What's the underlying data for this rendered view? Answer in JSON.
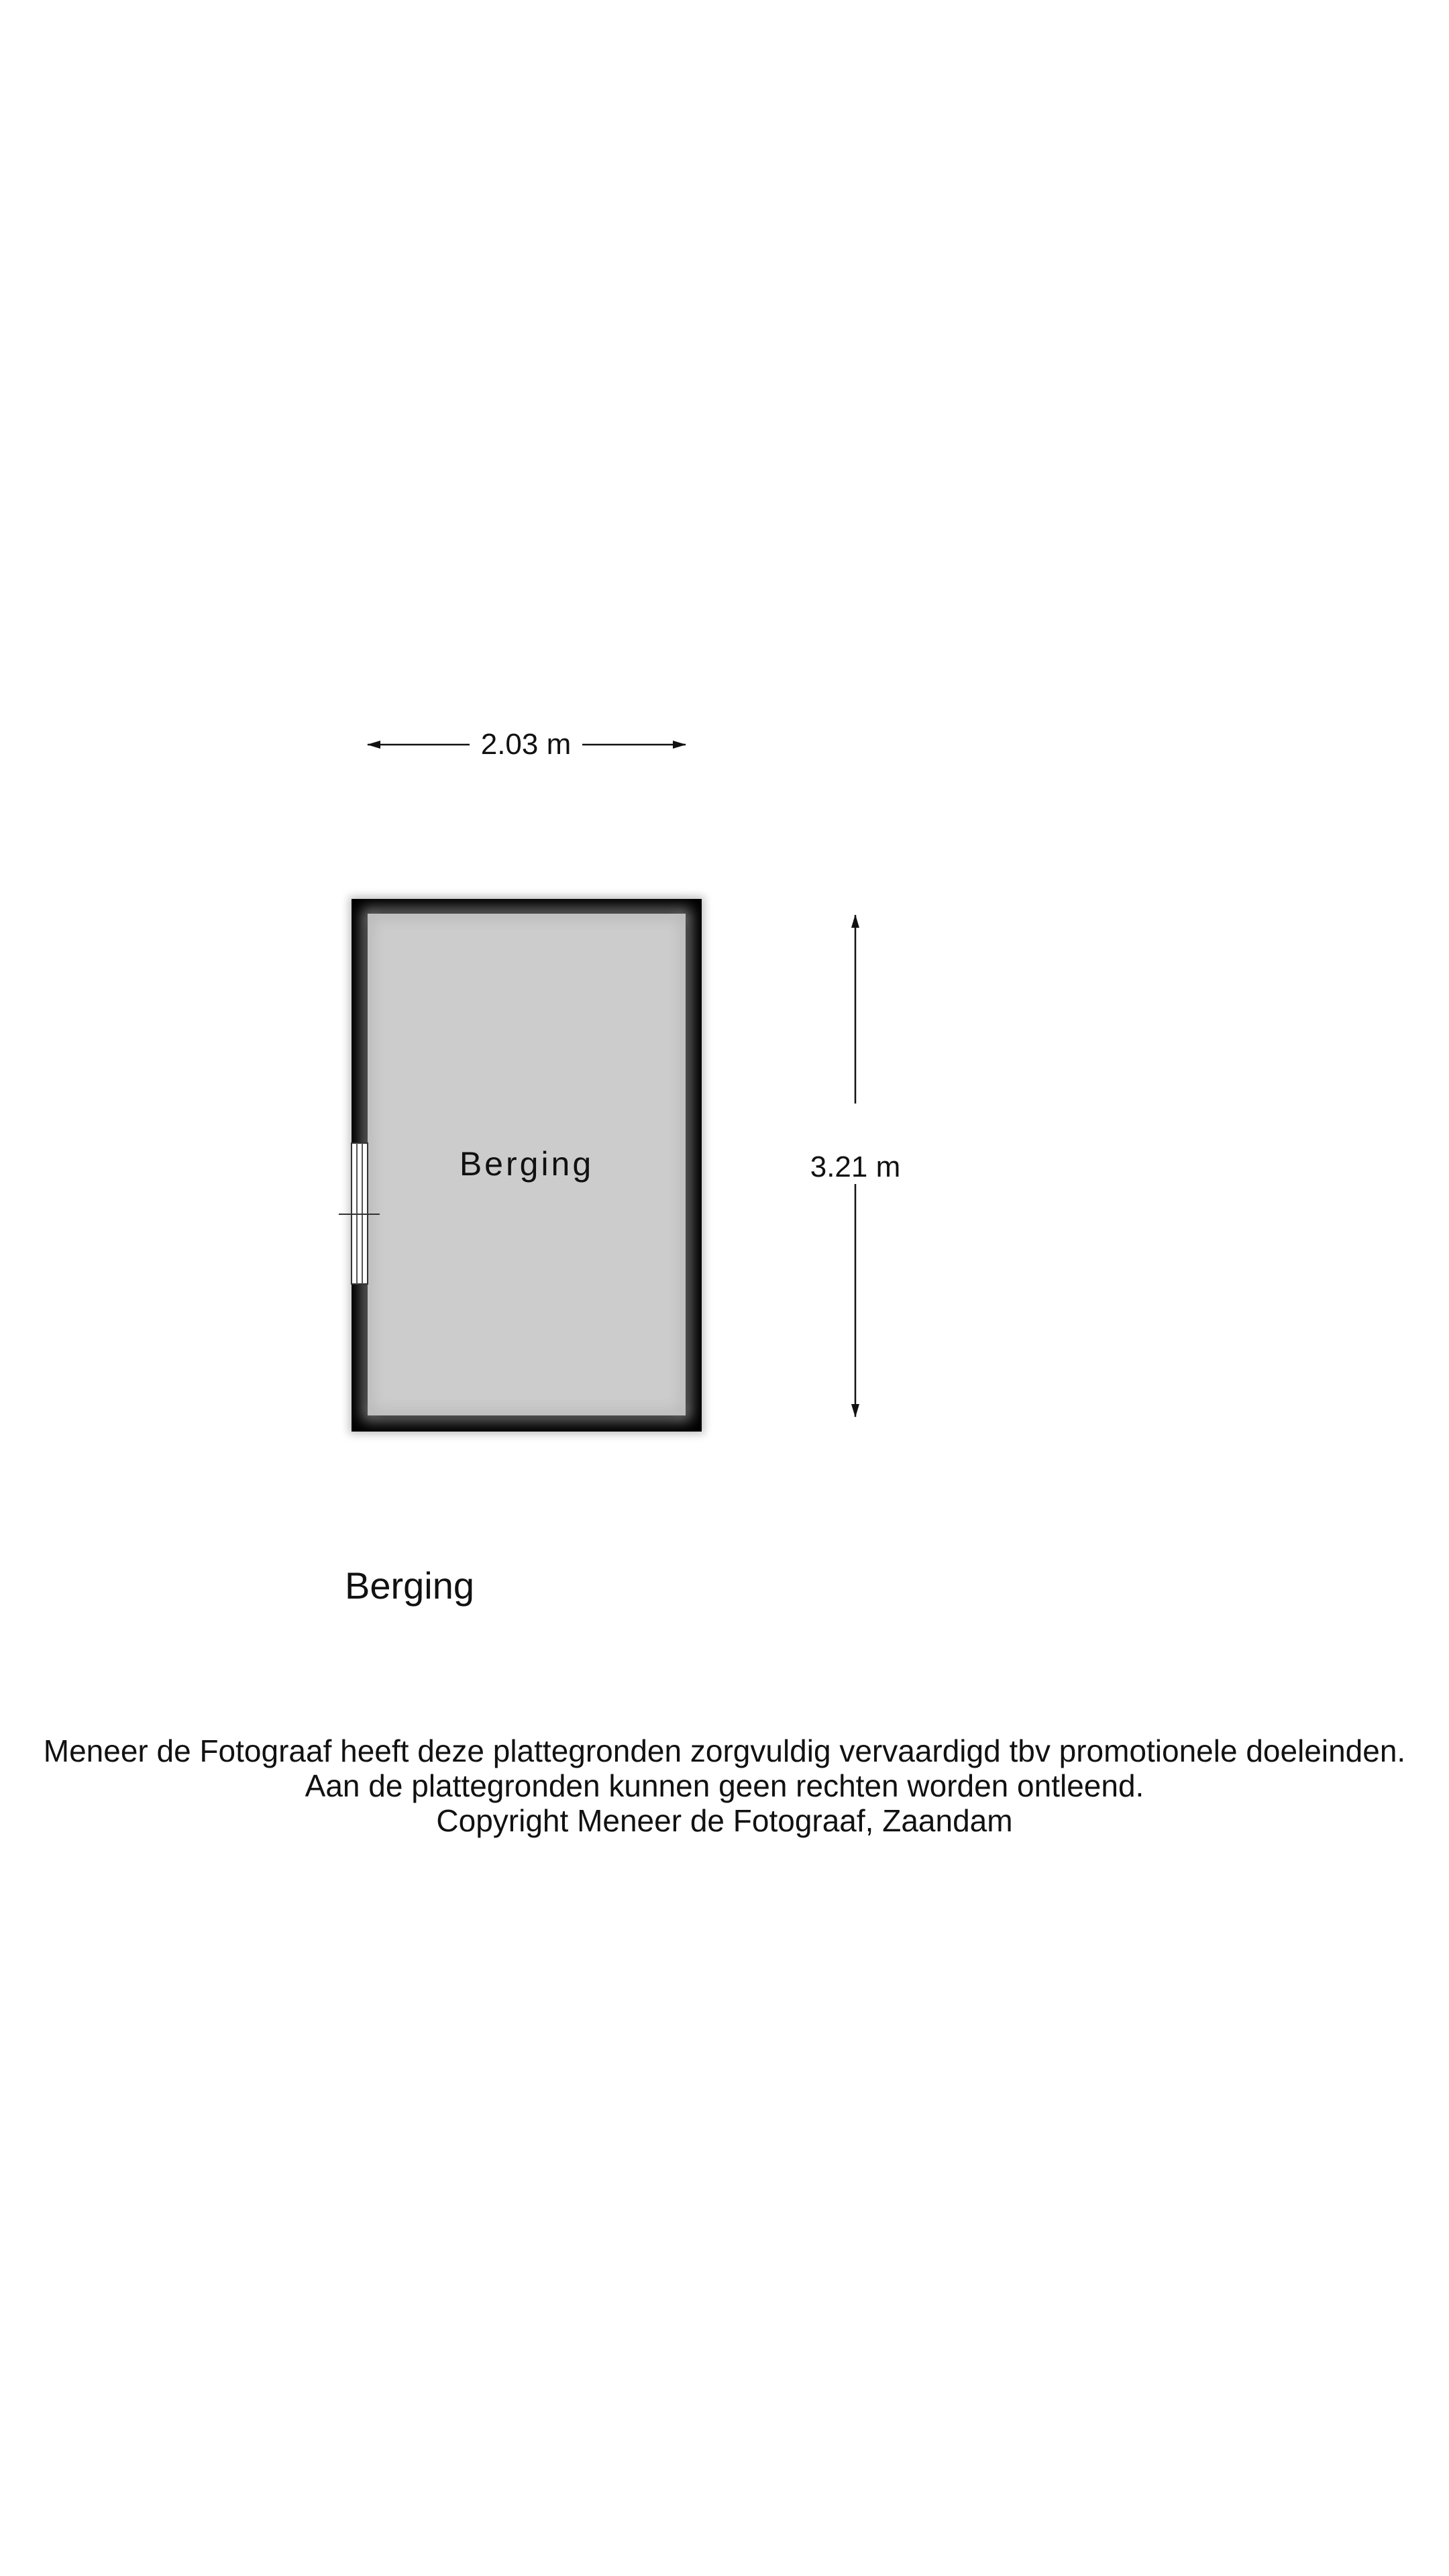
{
  "plan": {
    "room": {
      "name": "Berging",
      "width_m": 2.03,
      "length_m": 3.21
    },
    "dimensions": {
      "width_label": "2.03 m",
      "length_label": "3.21 m"
    },
    "floor_label": "Berging"
  },
  "disclaimer": {
    "line1": "Meneer de Fotograaf heeft deze plattegronden zorgvuldig vervaardigd tbv promotionele doeleinden.",
    "line2": "Aan de plattegronden kunnen geen rechten worden ontleend.",
    "line3": "Copyright Meneer de Fotograaf, Zaandam"
  },
  "colors": {
    "wall": "#000000",
    "floor": "#cccccc",
    "background": "#ffffff",
    "text": "#111111"
  }
}
